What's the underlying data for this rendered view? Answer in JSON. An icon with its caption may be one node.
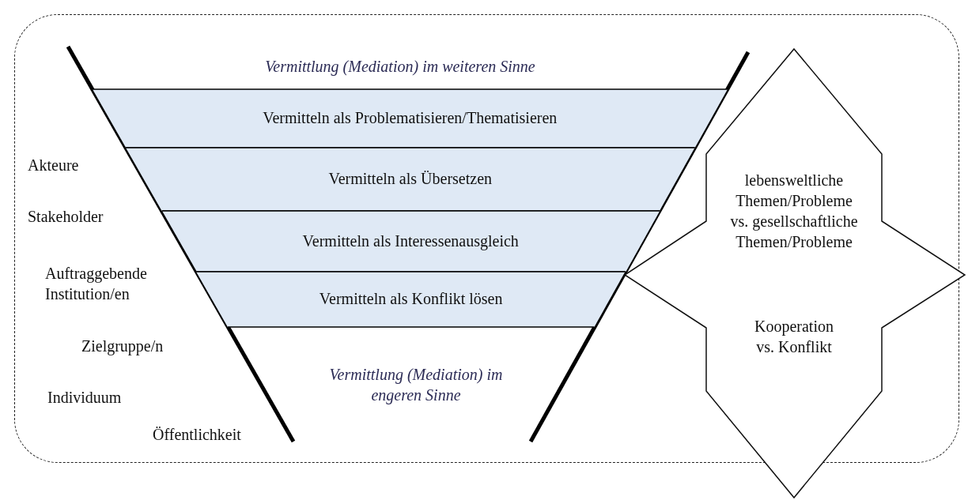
{
  "diagram": {
    "nodes": [
      {
        "text": [],
        "shape": "box"
      },
      {
        "text": [
          "Vermittlung (Mediation) im weiteren Sinne",
          "Vermittlung (Mediation) im engeren Sinne"
        ],
        "in": 0
      },
      {
        "text": [
          "Vermitteln als Problematisieren/Thematisieren"
        ],
        "in": 1
      },
      {
        "text": [
          "Vermitteln als Übersetzen"
        ],
        "in": 1
      },
      {
        "text": [
          "Vermitteln als Interessenausgleich"
        ],
        "in": 1
      },
      {
        "text": [
          "Vermitteln als Konflikt lösen"
        ],
        "in": 1
      },
      {
        "text": [
          "lebensweltliche Themen/Probleme vs. gesellschaftliche Themen/Probleme",
          "Kooperation vs. Konflikt"
        ]
      }
    ],
    "labels": [
      "Akteure",
      "Stakeholder",
      "Auftraggebende Institution/en",
      "Zielgruppe/n",
      "Individuum",
      "Öffentlichkeit"
    ]
  }
}
